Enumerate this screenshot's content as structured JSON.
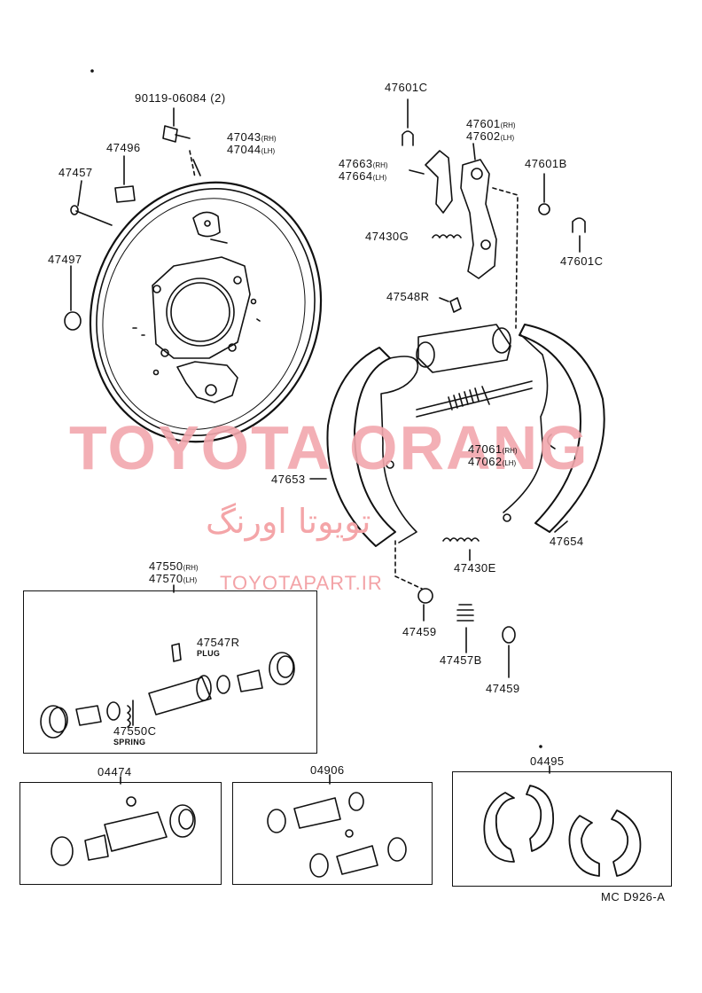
{
  "labels": {
    "bolt": "90119-06084 (2)",
    "p47496": "47496",
    "p47457": "47457",
    "p47497": "47497",
    "backing_rh": "47043",
    "backing_lh": "47044",
    "rh": "(RH)",
    "lh": "(LH)",
    "p47601c_top": "47601C",
    "lever_rh": "47601",
    "lever_lh": "47602",
    "p47663": "47663",
    "p47664": "47664",
    "p47601b": "47601B",
    "p47430g": "47430G",
    "p47601c_bottom": "47601C",
    "p47548r": "47548R",
    "adj_rh": "47061",
    "adj_lh": "47062",
    "p47653": "47653",
    "p47654": "47654",
    "p47430e": "47430E",
    "p47459_left": "47459",
    "p47457b": "47457B",
    "p47459_right": "47459",
    "cyl_rh": "47550",
    "cyl_lh": "47570",
    "p47547r": "47547R",
    "plug": "PLUG",
    "p47550c": "47550C",
    "spring": "SPRING",
    "kit_04474": "04474",
    "kit_04906": "04906",
    "kit_04495": "04495",
    "diagram_code": "MC D926-A"
  },
  "watermark": {
    "brand": "TOYOTA ORANG",
    "farsi": "تویوتا اورنگ",
    "url": "TOYOTAPART.IR"
  },
  "colors": {
    "ink": "#111111",
    "watermark": "#f2a7ad"
  }
}
